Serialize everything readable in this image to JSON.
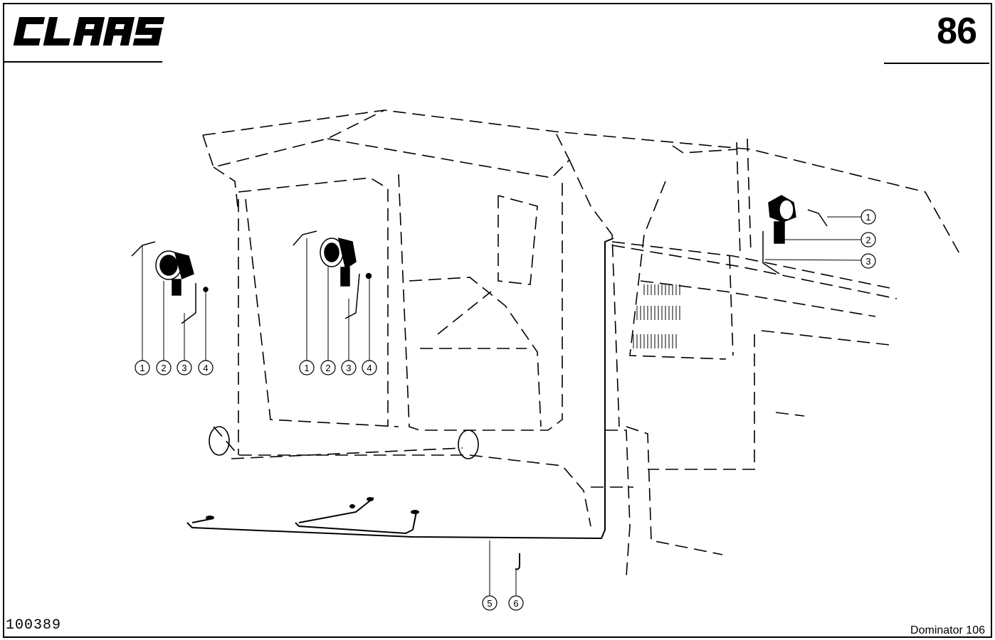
{
  "header": {
    "brand": "CLAAS",
    "page_number": "86"
  },
  "footer": {
    "drawing_number": "100389",
    "model": "Dominator 106"
  },
  "diagram": {
    "subject": "cab work lights and wiring harness",
    "callouts_left_lamp": [
      "1",
      "2",
      "3",
      "4"
    ],
    "callouts_center_lamp": [
      "1",
      "2",
      "3",
      "4"
    ],
    "callouts_right_lamp": [
      "1",
      "2",
      "3"
    ],
    "callouts_harness": [
      "5",
      "6"
    ]
  }
}
